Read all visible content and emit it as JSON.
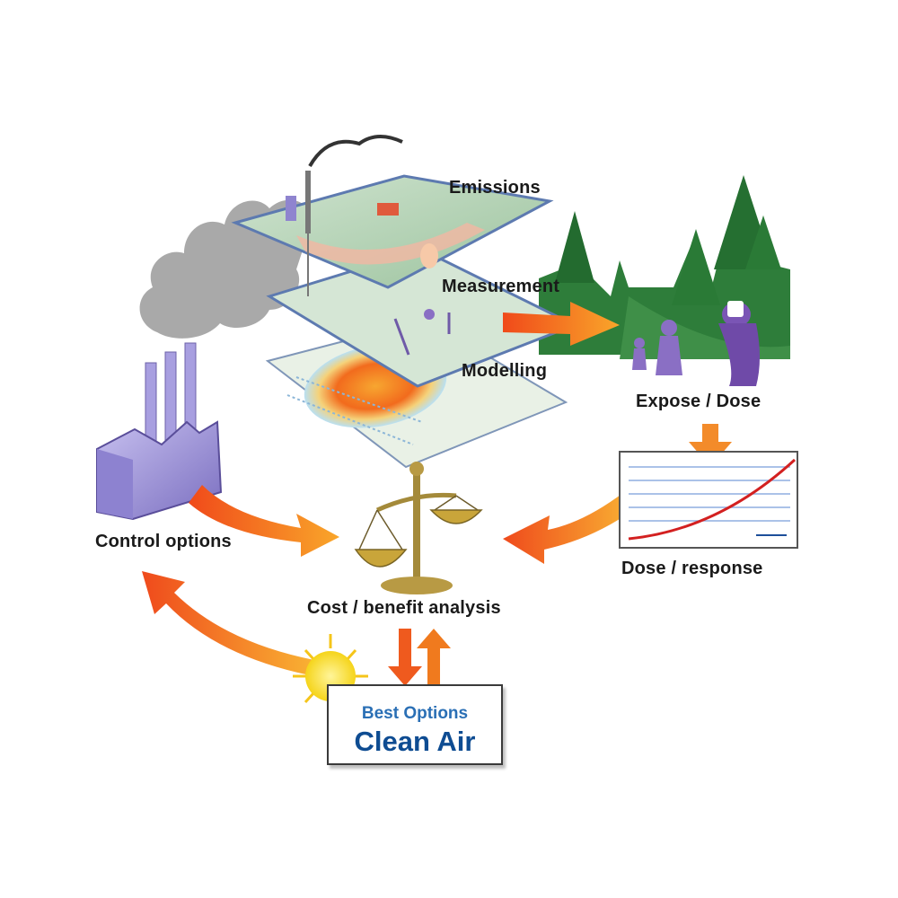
{
  "labels": {
    "emissions": "Emissions",
    "measurement": "Measurement",
    "modelling": "Modelling",
    "exposure": "Expose / Dose",
    "dose_response": "Dose / response",
    "control_options": "Control options",
    "cost_benefit": "Cost / benefit analysis"
  },
  "outcome_box": {
    "line1": "Best Options",
    "line2": "Clean Air"
  },
  "colors": {
    "arrow_orange": "#f26b1d",
    "arrow_yellow": "#f9b233",
    "factory_purple": "#9b8fd6",
    "forest_green": "#2e7d3a",
    "smoke_grey": "#9a9a9a",
    "layer_green": "#a9cba8",
    "clean_air_blue": "#0e4c92",
    "curve_red": "#d32020"
  }
}
